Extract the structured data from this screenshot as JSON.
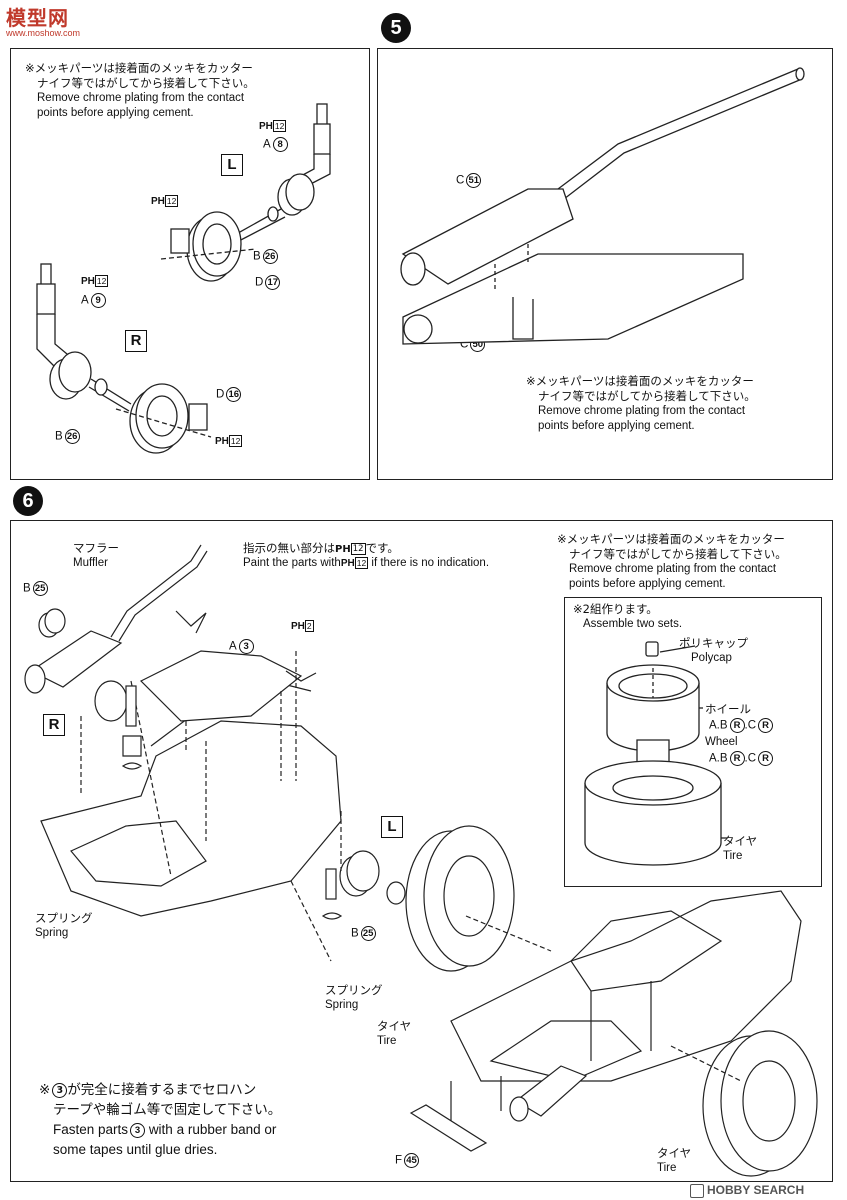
{
  "logo": {
    "site_name": "模型网",
    "site_url": "www.moshow.com",
    "bottom_brand": "HOBBY SEARCH"
  },
  "step5": {
    "number": "5",
    "left_panel": {
      "note_jp": "※メッキパーツは接着面のメッキをカッターナイフ等ではがしてから接着して下さい。",
      "note_jp_line1": "※メッキパーツは接着面のメッキをカッター",
      "note_jp_line2": "ナイフ等ではがしてから接着して下さい。",
      "note_en_line1": "Remove chrome plating from the contact",
      "note_en_line2": "points before applying cement.",
      "side_l": "L",
      "side_r": "R",
      "parts": {
        "ph12_a": "PH",
        "ph12_a_num": "12",
        "a8_letter": "A",
        "a8_num": "8",
        "ph12_b": "PH",
        "ph12_b_num": "12",
        "b26_top_letter": "B",
        "b26_top_num": "26",
        "d17_letter": "D",
        "d17_num": "17",
        "ph12_c": "PH",
        "ph12_c_num": "12",
        "a9_letter": "A",
        "a9_num": "9",
        "d16_letter": "D",
        "d16_num": "16",
        "b26_bottom_letter": "B",
        "b26_bottom_num": "26",
        "ph12_d": "PH",
        "ph12_d_num": "12"
      }
    },
    "right_panel": {
      "c51_letter": "C",
      "c51_num": "51",
      "c50_letter": "C",
      "c50_num": "50",
      "note_jp_line1": "※メッキパーツは接着面のメッキをカッター",
      "note_jp_line2": "ナイフ等ではがしてから接着して下さい。",
      "note_en_line1": "Remove chrome plating from the contact",
      "note_en_line2": "points before applying cement."
    }
  },
  "step6": {
    "number": "6",
    "muffler_jp": "マフラー",
    "muffler_en": "Muffler",
    "paint_note_jp_pre": "指示の無い部分は",
    "paint_note_jp_post": "です。",
    "paint_note_en_pre": "Paint the parts with",
    "paint_note_en_post": "if there is no indication.",
    "paint_ph": "PH",
    "paint_ph_num": "12",
    "chrome_note_jp_line1": "※メッキパーツは接着面のメッキをカッター",
    "chrome_note_jp_line2": "ナイフ等ではがしてから接着して下さい。",
    "chrome_note_en_line1": "Remove chrome plating from the contact",
    "chrome_note_en_line2": "points before applying cement.",
    "b25_top_letter": "B",
    "b25_top_num": "25",
    "a3_letter": "A",
    "a3_num": "3",
    "ph2": "PH",
    "ph2_num": "2",
    "side_r": "R",
    "side_l": "L",
    "spring_left_jp": "スプリング",
    "spring_left_en": "Spring",
    "spring_mid_jp": "スプリング",
    "spring_mid_en": "Spring",
    "b25_mid_letter": "B",
    "b25_mid_num": "25",
    "tire_mid_jp": "タイヤ",
    "tire_mid_en": "Tire",
    "tire_right_jp": "タイヤ",
    "tire_right_en": "Tire",
    "f45_letter": "F",
    "f45_num": "45",
    "fasten_jp_pre": "※",
    "fasten_jp_line1_post": "が完全に接着するまでセロハン",
    "fasten_jp_line2": "テープや輪ゴム等で固定して下さい。",
    "fasten_num": "3",
    "fasten_en_pre": "Fasten parts",
    "fasten_en_post": "with a rubber band or",
    "fasten_en_line2": "some tapes until glue dries.",
    "inset": {
      "title_jp": "※2組作ります。",
      "title_en": "Assemble two sets.",
      "polycap_jp": "ポリキャップ",
      "polycap_en": "Polycap",
      "wheel_jp": "ホイール",
      "wheel_parts_1": "A.B",
      "wheel_r1": "R",
      "wheel_c1": ".C",
      "wheel_r2": "R",
      "wheel_en": "Wheel",
      "wheel_parts_2": "A.B",
      "wheel_r3": "R",
      "wheel_c2": ".C",
      "wheel_r4": "R",
      "tire_jp": "タイヤ",
      "tire_en": "Tire"
    }
  }
}
